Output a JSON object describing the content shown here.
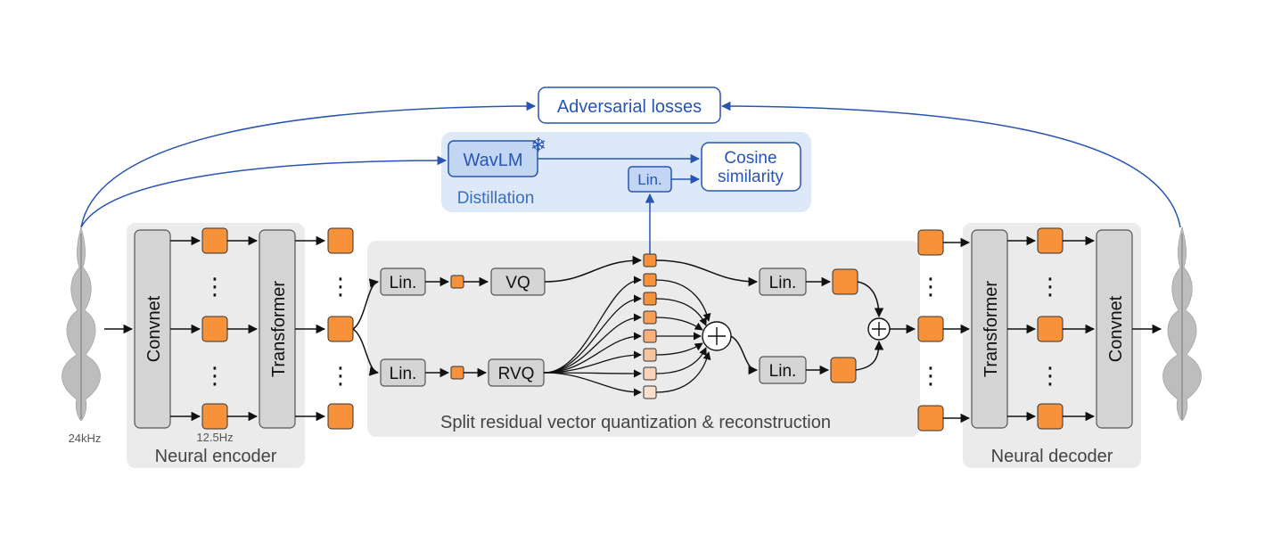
{
  "sample_rate": "24kHz",
  "frame_rate": "12.5Hz",
  "encoder": {
    "title": "Neural encoder",
    "convnet": "Convnet",
    "transformer": "Transformer"
  },
  "decoder": {
    "title": "Neural decoder",
    "convnet": "Convnet",
    "transformer": "Transformer"
  },
  "quantizer": {
    "title": "Split residual vector quantization & reconstruction",
    "lin_top": "Lin.",
    "lin_bottom": "Lin.",
    "vq": "VQ",
    "rvq": "RVQ",
    "lin_out_top": "Lin.",
    "lin_out_bottom": "Lin."
  },
  "distillation": {
    "title": "Distillation",
    "wavlm": "WavLM",
    "lin": "Lin.",
    "cosine_line1": "Cosine",
    "cosine_line2": "similarity"
  },
  "adversarial": "Adversarial losses",
  "ellipsis": "⋮",
  "colors": {
    "orange": "#f7923a",
    "orange_light": "#f7c4a0",
    "orange_pale": "#fae0cd",
    "gray_box": "#d4d4d4",
    "panel": "#ebebeb",
    "blue": "#2855b3",
    "blue_panel": "#dde8f8",
    "blue_box": "#c2d5f2"
  }
}
